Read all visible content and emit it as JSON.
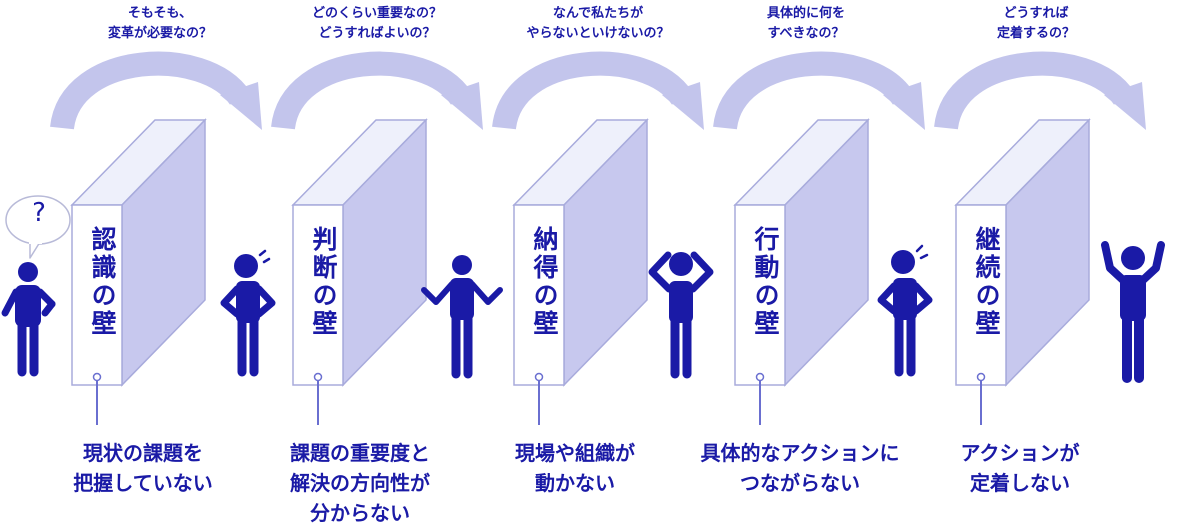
{
  "stages": [
    {
      "question": [
        "そもそも、",
        "変革が必要なの？"
      ],
      "wall": "認識の壁",
      "description": [
        "現状の課題を",
        "把握していない"
      ]
    },
    {
      "question": [
        "どのくらい重要なの？",
        "どうすればよいの？"
      ],
      "wall": "判断の壁",
      "description": [
        "課題の重要度と",
        "解決の方向性が",
        "分からない"
      ]
    },
    {
      "question": [
        "なんで私たちが",
        "やらないといけないの？"
      ],
      "wall": "納得の壁",
      "description": [
        "現場や組織が",
        "動かない"
      ]
    },
    {
      "question": [
        "具体的に何を",
        "すべきなの？"
      ],
      "wall": "行動の壁",
      "description": [
        "具体的なアクションに",
        "つながらない"
      ]
    },
    {
      "question": [
        "どうすれば",
        "定着するの？"
      ],
      "wall": "継続の壁",
      "description": [
        "アクションが",
        "定着しない"
      ]
    }
  ],
  "thought_bubble": "?",
  "colors": {
    "figure": "#1a1aa6",
    "wall_side": "#c7c8ee",
    "arrow": "#c3c5ec",
    "wall_front": "#ffffff",
    "text": "#1a1aa6"
  }
}
